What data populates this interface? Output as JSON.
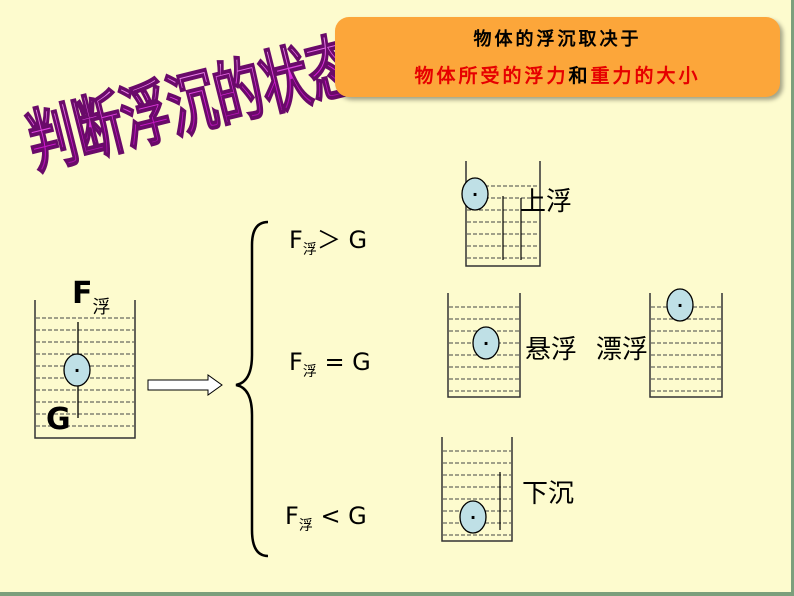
{
  "title": "判断浮沉的状态",
  "banner": {
    "line1": "物体的浮沉取决于",
    "line2_part1": "物体所受的浮力",
    "line2_part2": "和",
    "line2_part3": "重力的大小"
  },
  "forces": {
    "F": "F",
    "F_sub": "浮",
    "G": "G",
    "dot": "·"
  },
  "conditions": {
    "gt": {
      "F": "F",
      "sub": "浮",
      "rel": "＞ G"
    },
    "eq": {
      "F": "F",
      "sub": "浮",
      "rel": " = G"
    },
    "lt": {
      "F": "F",
      "sub": "浮",
      "rel": " < G"
    }
  },
  "states": {
    "float_up": "上浮",
    "suspend": "悬浮",
    "floating": "漂浮",
    "sink": "下沉"
  },
  "colors": {
    "background": "#fdfbce",
    "banner": "#fca63a",
    "title": "#d61ad6",
    "ball": "#bfe0e6",
    "accent_red": "#e60000"
  }
}
